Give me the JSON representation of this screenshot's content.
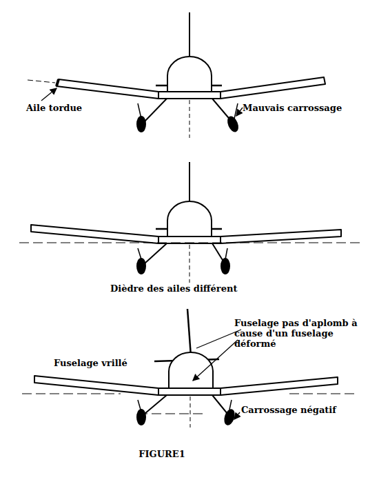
{
  "diagram": {
    "caption": "FIGURE1",
    "labels": [
      "Aile tordue",
      "Mauvais carrossage",
      "Dièdre des ailes différent",
      "Fuselage pas d'aplomb à cause d'un fuselage déformé",
      "Fuselage vrillé",
      "Carrossage négatif"
    ]
  }
}
